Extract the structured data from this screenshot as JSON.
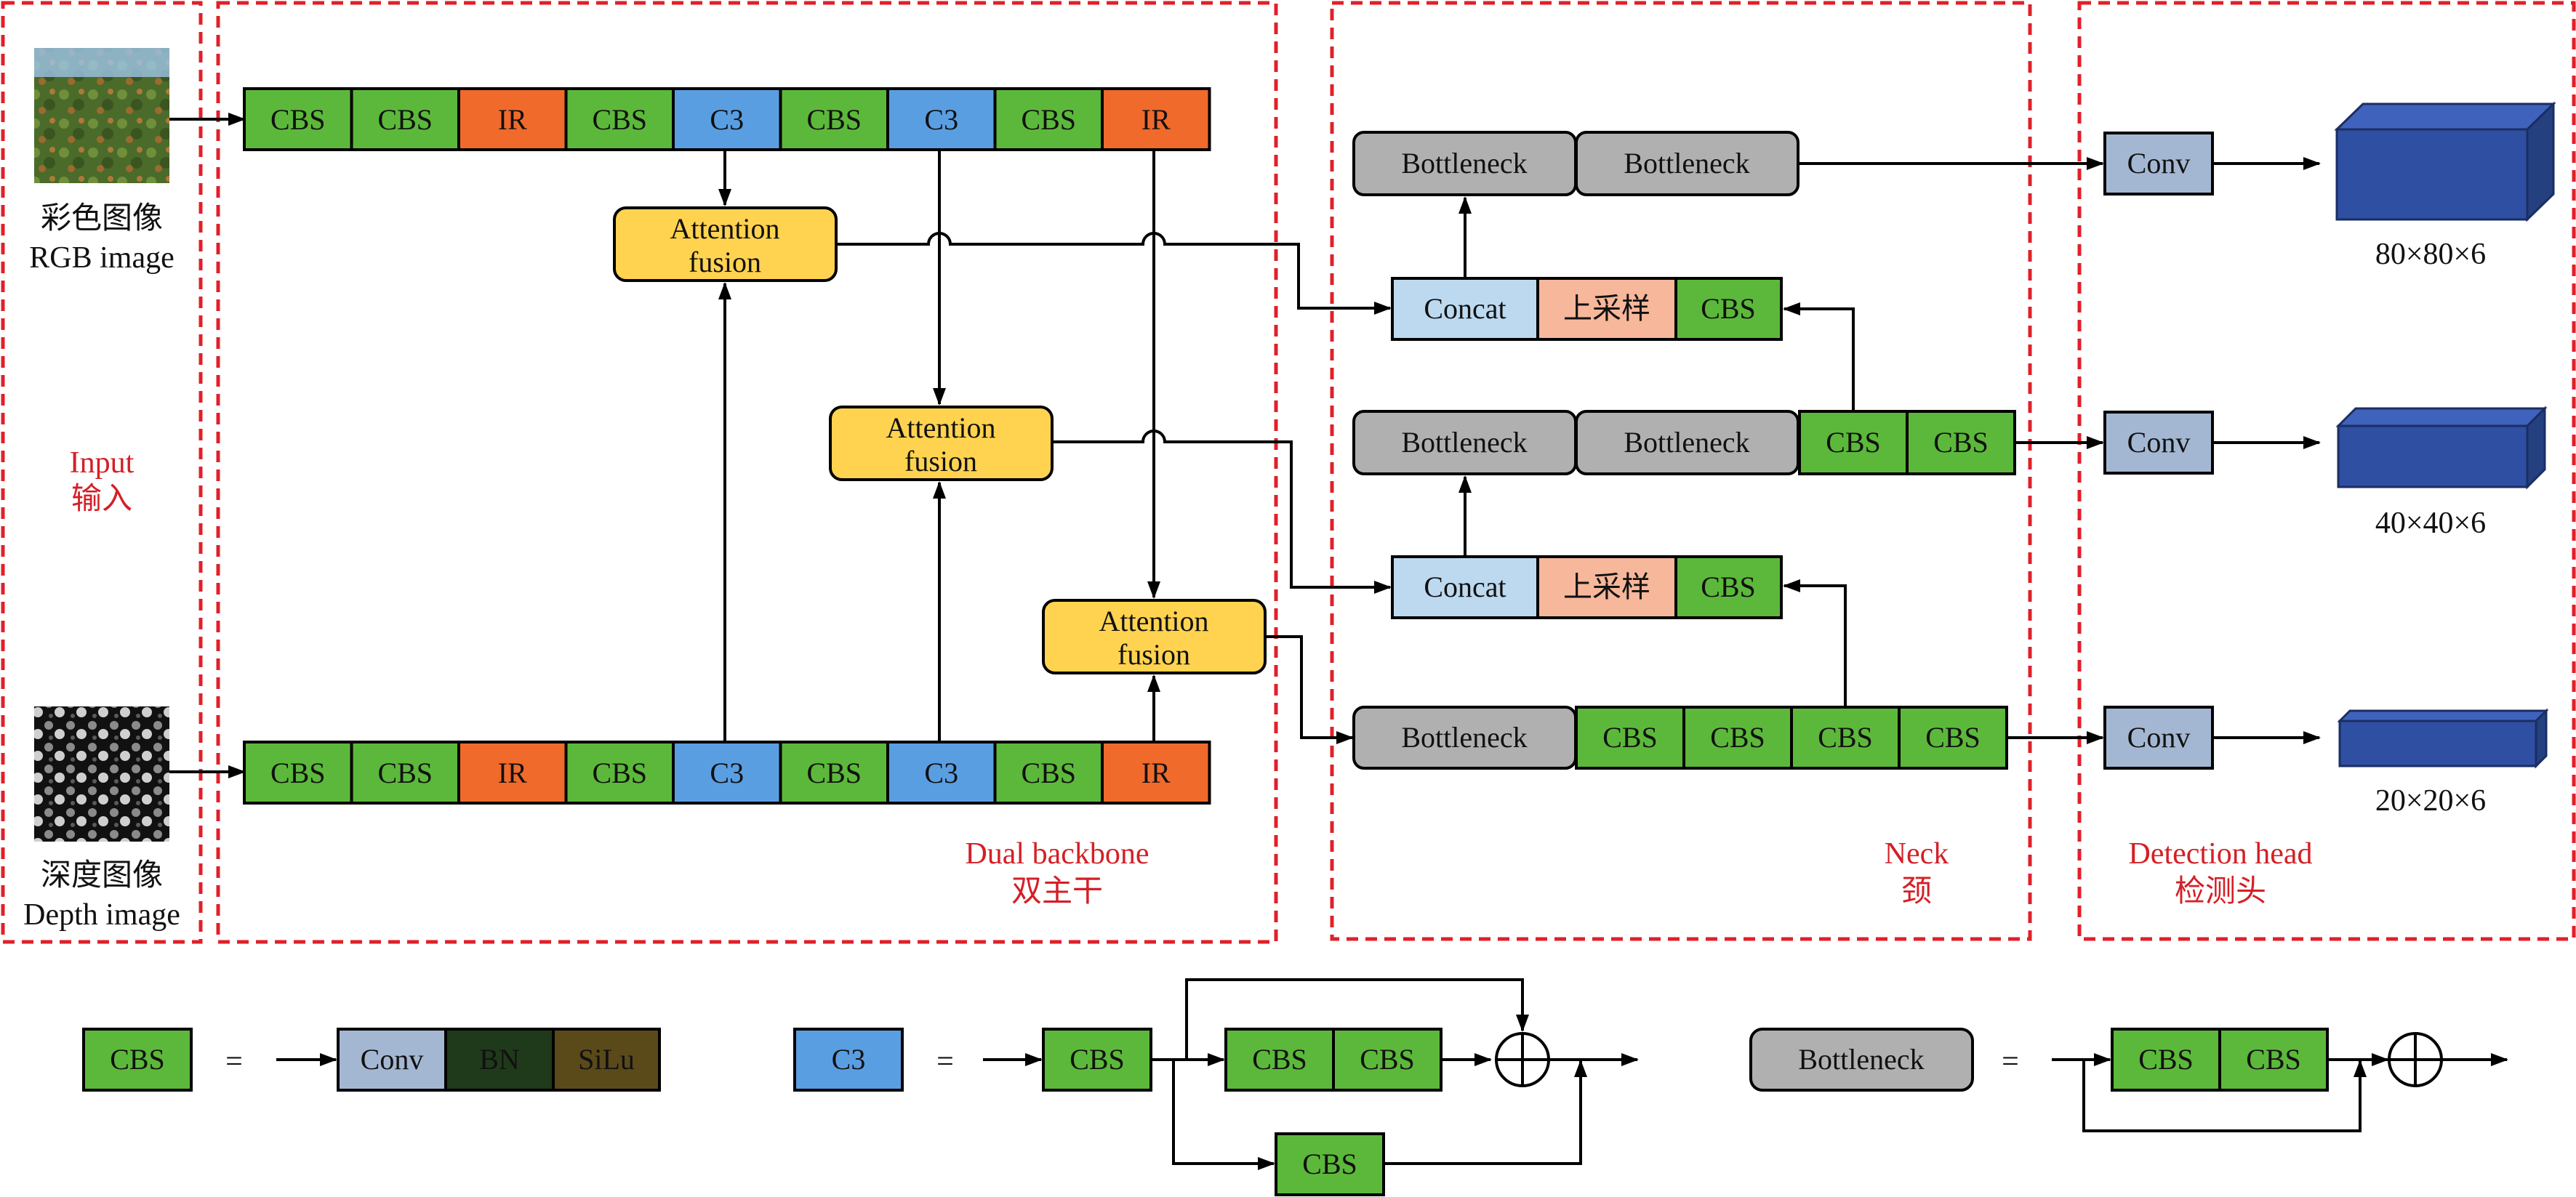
{
  "colors": {
    "cbs": "#5cb83a",
    "ir": "#f06a2c",
    "c3": "#5a9ee2",
    "attention": "#ffd350",
    "bottleneck": "#b0b0b0",
    "concat": "#bcd9f0",
    "upsample": "#f7b79a",
    "conv": "#a4b7d2",
    "bn": "#1f3a1a",
    "silu": "#5a4a1a",
    "cube": "#2e4fa2",
    "label_red": "#d41f26"
  },
  "input": {
    "rgb_caption_zh": "彩色图像",
    "rgb_caption_en": "RGB image",
    "depth_caption_zh": "深度图像",
    "depth_caption_en": "Depth image",
    "section_en": "Input",
    "section_zh": "输入"
  },
  "backbone": {
    "section_en": "Dual backbone",
    "section_zh": "双主干",
    "rgb_blocks": [
      "CBS",
      "CBS",
      "IR",
      "CBS",
      "C3",
      "CBS",
      "C3",
      "CBS",
      "IR"
    ],
    "depth_blocks": [
      "CBS",
      "CBS",
      "IR",
      "CBS",
      "C3",
      "CBS",
      "C3",
      "CBS",
      "IR"
    ],
    "attention_line1": "Attention",
    "attention_line2": "fusion"
  },
  "neck": {
    "section_en": "Neck",
    "section_zh": "颈",
    "bottleneck": "Bottleneck",
    "concat": "Concat",
    "upsample": "上采样",
    "cbs": "CBS"
  },
  "head": {
    "section_en": "Detection head",
    "section_zh": "检测头",
    "conv": "Conv",
    "outputs": [
      "80×80×6",
      "40×40×6",
      "20×20×6"
    ]
  },
  "legend": {
    "cbs": "CBS",
    "equals": "=",
    "conv": "Conv",
    "bn": "BN",
    "silu": "SiLu",
    "c3": "C3",
    "bottleneck": "Bottleneck"
  }
}
